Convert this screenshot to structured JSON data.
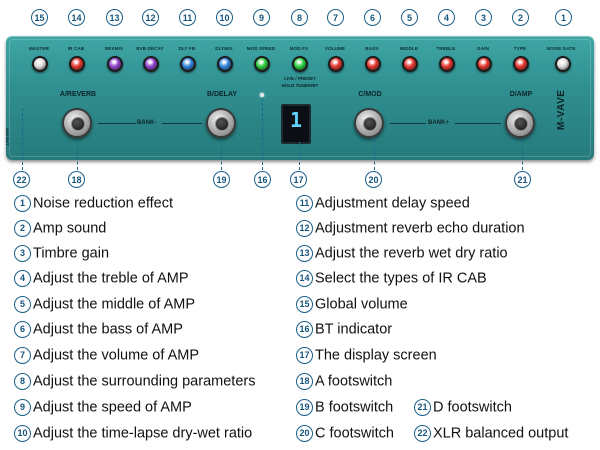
{
  "top_numbers": [
    "15",
    "14",
    "13",
    "12",
    "11",
    "10",
    "9",
    "8",
    "7",
    "6",
    "5",
    "4",
    "3",
    "2",
    "1"
  ],
  "knob_labels": [
    "MASTER",
    "IR CAB",
    "REVMIX",
    "RVB DECAY",
    "DLY FB",
    "DLYMIX",
    "MOD SPEED",
    "MOD FX",
    "VOLUME",
    "BASS",
    "MIDDLE",
    "TREBLE",
    "GAIN",
    "TYPE",
    "NOISE GATE"
  ],
  "knob_colors": [
    "#d9d9d9",
    "#e5322a",
    "#8e3fc9",
    "#8e3fc9",
    "#2f7fd6",
    "#2f7fd6",
    "#27c93a",
    "#27c93a",
    "#e5322a",
    "#e5322a",
    "#e5322a",
    "#e5322a",
    "#e5322a",
    "#e5322a",
    "#d9d9d9"
  ],
  "footswitches": [
    "A/REVERB",
    "B/DELAY",
    "C/MOD",
    "D/AMP"
  ],
  "bank_minus": "BANK-",
  "bank_plus": "BANK+",
  "live_preset": "LIVE / PRESET",
  "hold_tuner": "HOLD TUNER/BT",
  "display_digit": "1",
  "brand": "M-VAVE",
  "xlr_label": "XLR OUT",
  "bottom_numbers": {
    "n22": "22",
    "n18": "18",
    "n19": "19",
    "n16": "16",
    "n17": "17",
    "n20": "20",
    "n21": "21"
  },
  "legend_left": [
    {
      "n": "1",
      "text": "Noise reduction effect"
    },
    {
      "n": "2",
      "text": "Amp sound"
    },
    {
      "n": "3",
      "text": "Timbre gain"
    },
    {
      "n": "4",
      "text": "Adjust the treble of AMP"
    },
    {
      "n": "5",
      "text": "Adjust the middle of AMP"
    },
    {
      "n": "6",
      "text": "Adjust the bass of AMP"
    },
    {
      "n": "7",
      "text": "Adjust the volume of AMP"
    },
    {
      "n": "8",
      "text": "Adjust the surrounding parameters"
    },
    {
      "n": "9",
      "text": "Adjust the speed of AMP"
    },
    {
      "n": "10",
      "text": "Adjust the time-lapse dry-wet ratio"
    }
  ],
  "legend_right": [
    {
      "n": "11",
      "text": "Adjustment delay speed"
    },
    {
      "n": "12",
      "text": "Adjustment reverb echo duration"
    },
    {
      "n": "13",
      "text": "Adjust the reverb wet dry ratio"
    },
    {
      "n": "14",
      "text": "Select the types of IR CAB"
    },
    {
      "n": "15",
      "text": "Global volume"
    },
    {
      "n": "16",
      "text": "BT indicator"
    },
    {
      "n": "17",
      "text": "The display screen"
    },
    {
      "n": "18",
      "text": "A footswitch"
    },
    {
      "n": "19",
      "text": "B footswitch"
    },
    {
      "n": "20",
      "text": "C footswitch"
    },
    {
      "n": "21",
      "text": "D footswitch"
    },
    {
      "n": "22",
      "text": "XLR balanced output"
    }
  ]
}
